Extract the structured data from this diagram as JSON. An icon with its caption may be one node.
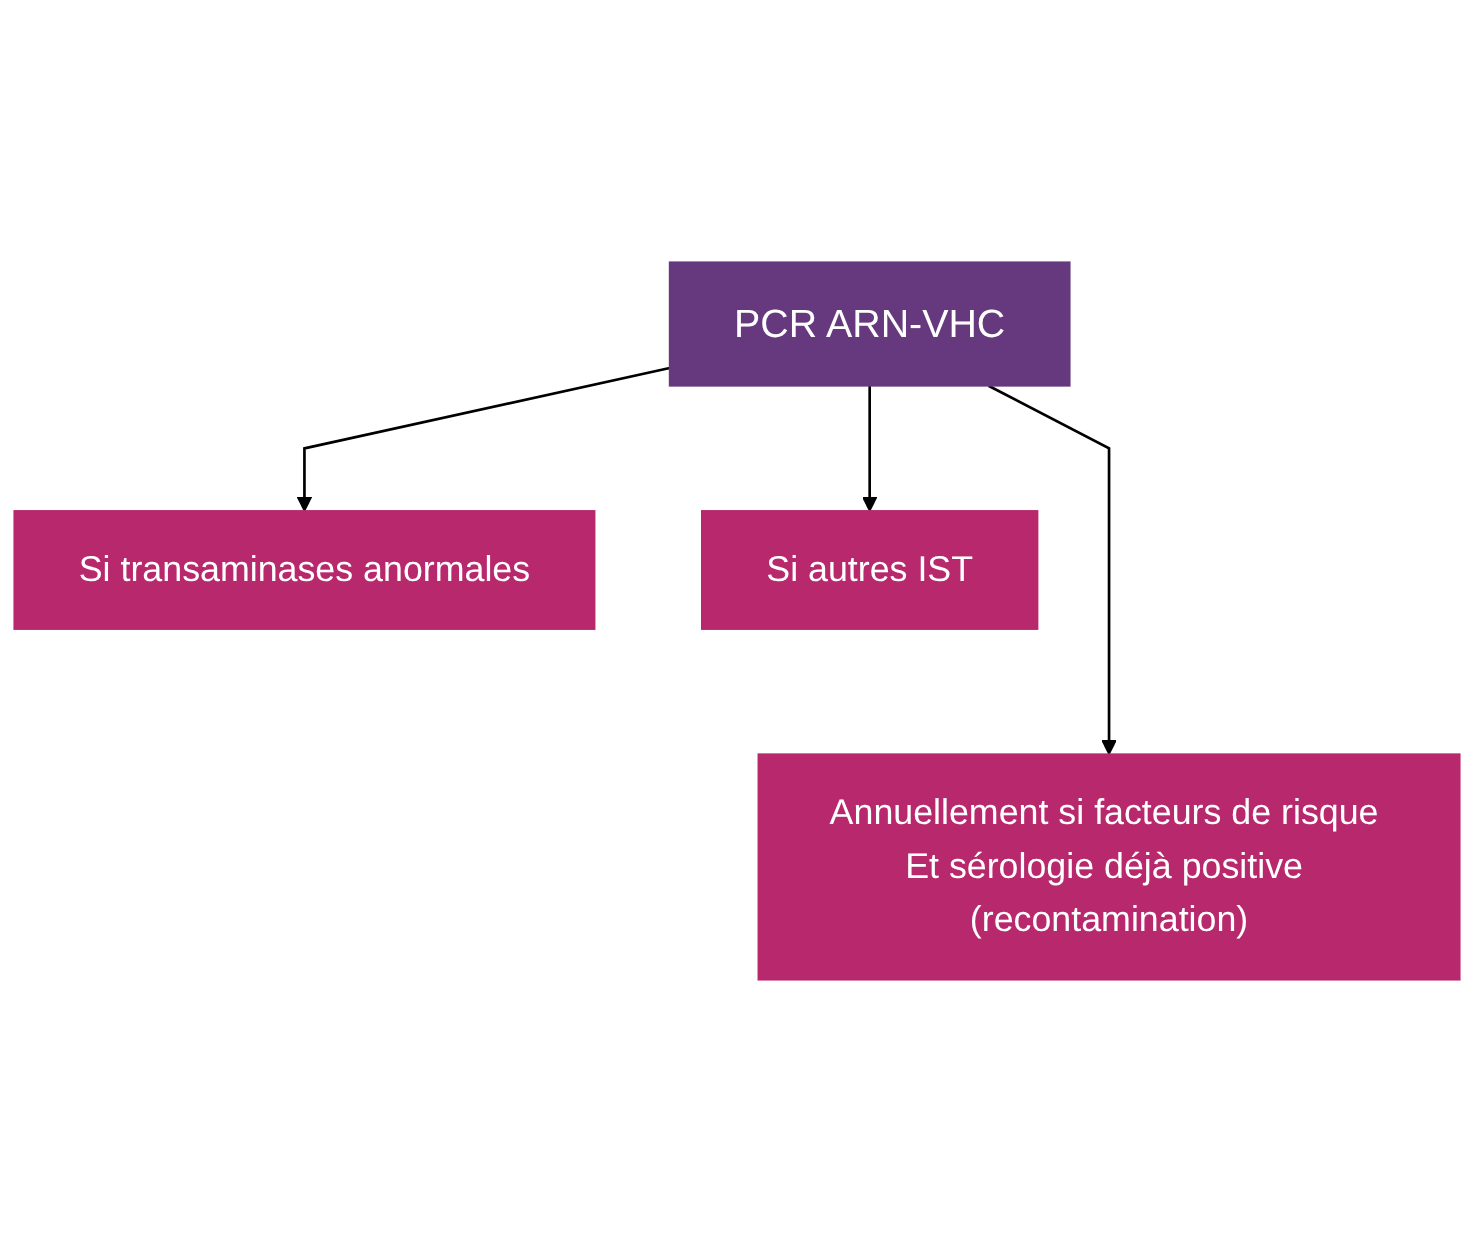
{
  "diagram": {
    "nodes": [
      {
        "text": [
          "PCR ARN-VHC"
        ]
      },
      {
        "text": [
          "Si transaminases anormales"
        ]
      },
      {
        "text": [
          "Si autres IST"
        ]
      },
      {
        "text": [
          "Annuellement si facteurs de risque Et sérologie déjà positive (recontamination)"
        ]
      }
    ],
    "edges": [
      {
        "from": 0,
        "to": 1,
        "arrow": "to"
      },
      {
        "from": 0,
        "to": 2,
        "arrow": "to"
      },
      {
        "from": 0,
        "to": 3,
        "arrow": "to"
      }
    ]
  }
}
